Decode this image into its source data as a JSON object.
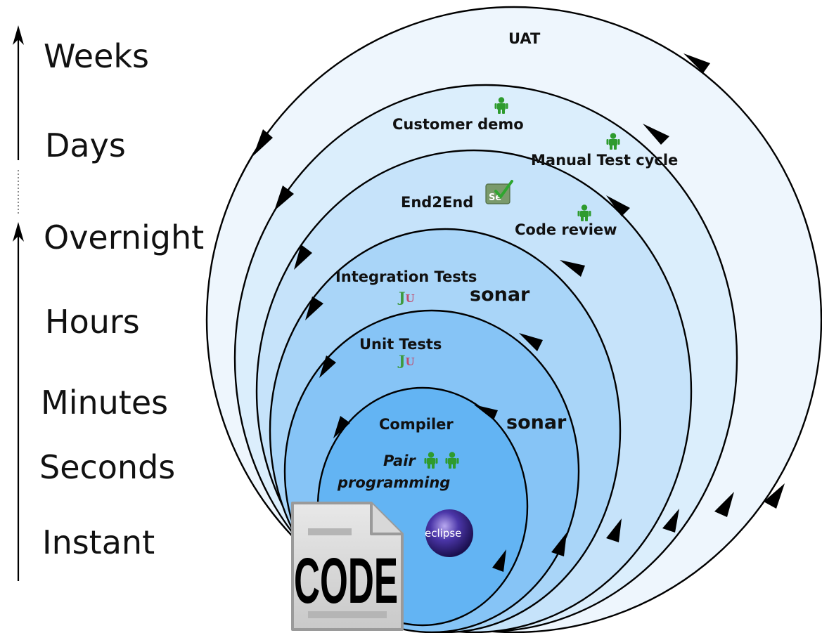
{
  "time_scale": {
    "upper_labels": [
      "Weeks",
      "Days"
    ],
    "lower_labels": [
      "Overnight",
      "Hours",
      "Minutes",
      "Seconds",
      "Instant"
    ]
  },
  "rings": {
    "uat": "UAT",
    "customer_demo": "Customer demo",
    "manual_test": "Manual Test cycle",
    "end2end": "End2End",
    "code_review": "Code review",
    "integration": "Integration Tests",
    "sonar_integration": "sonar",
    "unit": "Unit Tests",
    "sonar_unit": "sonar",
    "compiler": "Compiler",
    "pair": "Pair",
    "programming": "programming"
  },
  "icons": {
    "code_document": "CODE",
    "eclipse": "eclipse",
    "junit": "JU",
    "selenium": "Se"
  },
  "colors": {
    "person_green": "#2e9b2e",
    "ring_outer": "#eef6fd",
    "ring_inner": "#63b4f3",
    "eclipse_dark": "#2a1a6e"
  }
}
